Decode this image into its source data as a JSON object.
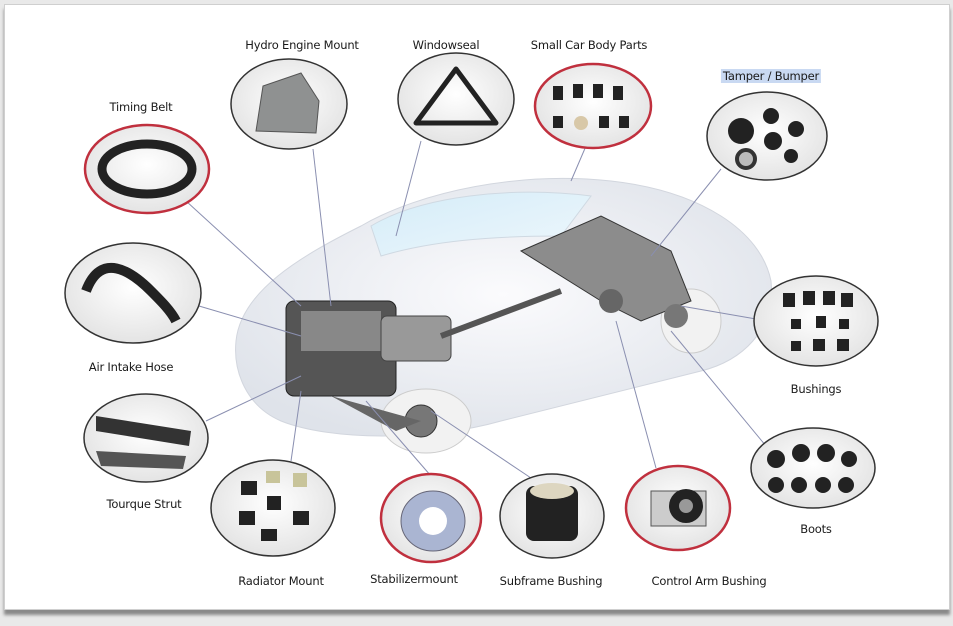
{
  "parts": [
    {
      "id": "timing-belt",
      "label": "Timing Belt",
      "ring": "#c0303e"
    },
    {
      "id": "hydro-engine-mount",
      "label": "Hydro Engine Mount",
      "ring": "#333333"
    },
    {
      "id": "windowseal",
      "label": "Windowseal",
      "ring": "#333333"
    },
    {
      "id": "small-car-body-parts",
      "label": "Small Car Body Parts",
      "ring": "#c0303e"
    },
    {
      "id": "tamper-bumper",
      "label": "Tamper / Bumper",
      "ring": "#333333",
      "highlighted": true
    },
    {
      "id": "air-intake-hose",
      "label": "Air Intake Hose",
      "ring": "#333333"
    },
    {
      "id": "bushings",
      "label": "Bushings",
      "ring": "#333333"
    },
    {
      "id": "tourque-strut",
      "label": "Tourque Strut",
      "ring": "#333333"
    },
    {
      "id": "boots",
      "label": "Boots",
      "ring": "#333333"
    },
    {
      "id": "radiator-mount",
      "label": "Radiator Mount",
      "ring": "#333333"
    },
    {
      "id": "stabilizermount",
      "label": "Stabilizermount",
      "ring": "#c0303e"
    },
    {
      "id": "subframe-bushing",
      "label": "Subframe Bushing",
      "ring": "#333333"
    },
    {
      "id": "control-arm-bushing",
      "label": "Control Arm Bushing",
      "ring": "#c0303e"
    }
  ],
  "colors": {
    "highlight": "#c9d9f2",
    "connector": "#8a8fb0"
  }
}
